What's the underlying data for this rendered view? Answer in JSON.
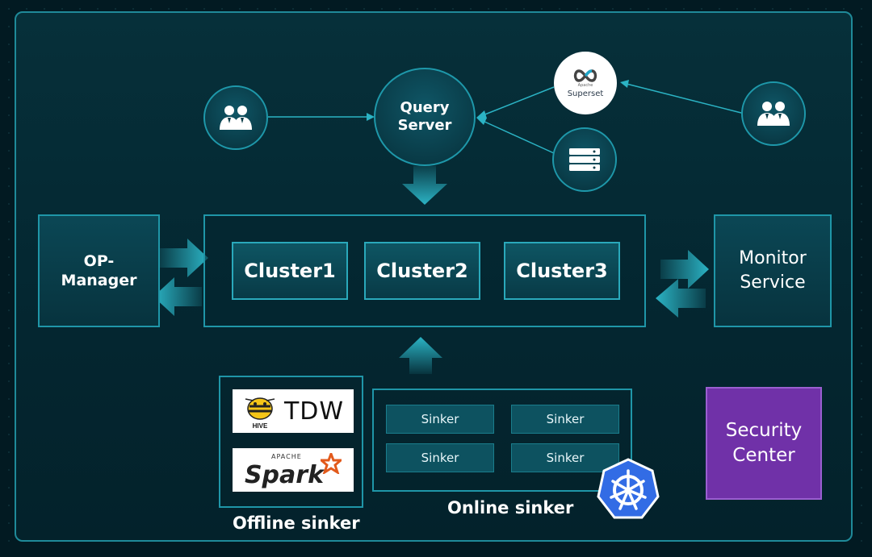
{
  "nodes": {
    "query_server": {
      "line1": "Query",
      "line2": "Server"
    },
    "superset": {
      "brand_small": "Apache",
      "brand": "Superset"
    },
    "op_manager": {
      "line1": "OP-",
      "line2": "Manager"
    },
    "monitor_service": {
      "line1": "Monitor",
      "line2": "Service"
    },
    "security_center": {
      "line1": "Security",
      "line2": "Center"
    },
    "clusters": [
      "Cluster1",
      "Cluster2",
      "Cluster3"
    ],
    "offline_sinker": {
      "label": "Offline sinker",
      "tdw": {
        "badge": "HIVE",
        "text": "TDW"
      },
      "spark": {
        "small": "APACHE",
        "text": "Spark"
      }
    },
    "online_sinker": {
      "label": "Online sinker",
      "sinkers": [
        "Sinker",
        "Sinker",
        "Sinker",
        "Sinker"
      ]
    }
  },
  "icons": {
    "users_left": "users-icon",
    "users_right": "users-icon",
    "server": "server-stack-icon",
    "kubernetes": "kubernetes-icon",
    "superset_logo": "infinity-icon",
    "hive_logo": "bee-icon",
    "spark_logo": "star-icon"
  },
  "colors": {
    "accent": "#1f96a8",
    "arrow": "#2bb3c4",
    "security": "#7031a8",
    "kubernetes": "#326ce5"
  }
}
